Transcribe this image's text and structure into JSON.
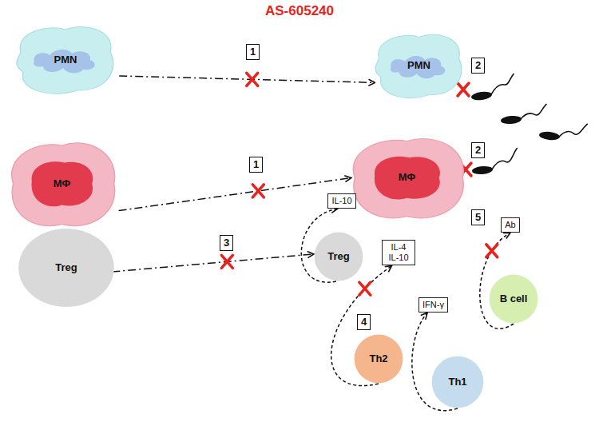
{
  "diagram": {
    "title": "AS-605240",
    "nodes": [
      {
        "text": [
          "PMN"
        ]
      },
      {
        "text": [
          "PMN"
        ]
      },
      {
        "text": [
          "MΦ"
        ]
      },
      {
        "text": [
          "IL-10"
        ]
      },
      {
        "text": [
          "MΦ"
        ]
      },
      {
        "text": [
          "Treg"
        ]
      },
      {
        "text": [
          "Treg"
        ]
      },
      {
        "text": [
          "IL-4 IL-10"
        ]
      },
      {
        "text": [
          "Ab"
        ]
      },
      {
        "text": [
          "IFN-γ"
        ]
      },
      {
        "text": [
          "B cell"
        ]
      },
      {
        "text": [
          "Th2"
        ]
      },
      {
        "text": [
          "Th1"
        ]
      }
    ],
    "edges": [
      {
        "from": 0,
        "to": 1,
        "arrow": "to"
      },
      {
        "from": 2,
        "to": 4,
        "arrow": "to"
      },
      {
        "from": 5,
        "to": 6,
        "arrow": "to"
      },
      {
        "from": 6,
        "to": 3,
        "arrow": "to"
      },
      {
        "from": 11,
        "to": 7,
        "arrow": "to"
      },
      {
        "from": 12,
        "to": 9,
        "arrow": "to"
      },
      {
        "from": 10,
        "to": 8,
        "arrow": "to"
      }
    ],
    "labels": [
      "1",
      "2",
      "1",
      "2",
      "3",
      "4",
      "5"
    ]
  }
}
